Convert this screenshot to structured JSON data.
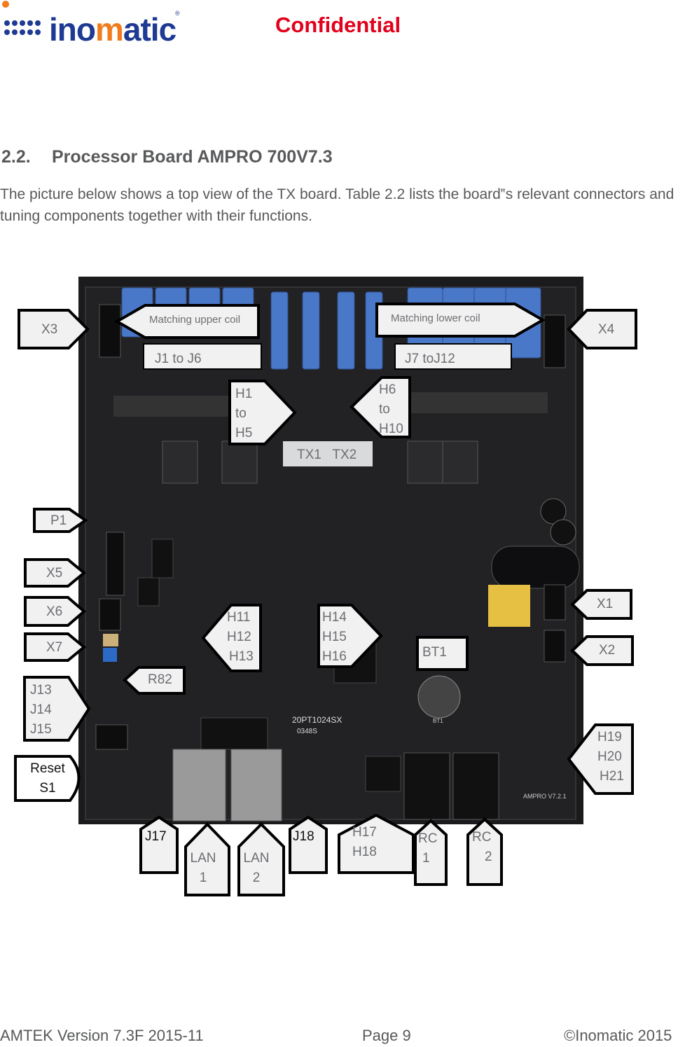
{
  "header": {
    "logo_text": "inomatic",
    "confidential": "Confidential"
  },
  "section": {
    "number": "2.2.",
    "title": "Processor Board AMPRO 700V7.3",
    "paragraph": "The picture below shows a top view of the TX board. Table 2.2 lists the board‟s relevant connectors and tuning components together with their functions."
  },
  "board": {
    "silkscreen_version": "AMPRO V7.2.1",
    "transformer_text": "20PT1024SX",
    "transformer_code": "0348S",
    "battery_label": "BT1"
  },
  "callouts": {
    "x3": "X3",
    "x4": "X4",
    "matching_upper": "Matching upper coil",
    "matching_lower": "Matching lower coil",
    "j1_j6": "J1 to J6",
    "j7_j12": "J7 toJ12",
    "h1_h5": [
      "H1",
      "to",
      "H5"
    ],
    "h6_h10": [
      "H6",
      "to",
      "H10"
    ],
    "tx": "TX1   TX2",
    "p1": "P1",
    "x5": "X5",
    "x6": "X6",
    "x7": "X7",
    "x1": "X1",
    "x2": "X2",
    "h11_h13": [
      "H11",
      "H12",
      "H13"
    ],
    "h14_h16": [
      "H14",
      "H15",
      "H16"
    ],
    "bt1": "BT1",
    "r82": "R82",
    "j13_j15": [
      "J13",
      "J14",
      "J15"
    ],
    "reset": [
      "Reset",
      "S1"
    ],
    "h19_h21": [
      "H19",
      "H20",
      "H21"
    ],
    "j17": "J17",
    "lan1": [
      "LAN",
      "1"
    ],
    "lan2": [
      "LAN",
      "2"
    ],
    "j18": "J18",
    "h17_h18": [
      "H17",
      "H18"
    ],
    "rc1": [
      "RC",
      "1"
    ],
    "rc2": [
      "RC",
      "2"
    ]
  },
  "footer": {
    "left": "AMTEK Version 7.3F 2015-11",
    "center": "Page 9",
    "right": "©Inomatic 2015"
  },
  "colors": {
    "brand_blue": "#1f3a93",
    "brand_orange": "#f07c1d",
    "confidential_red": "#e3001b",
    "pcb_black": "#1b1b1d"
  }
}
